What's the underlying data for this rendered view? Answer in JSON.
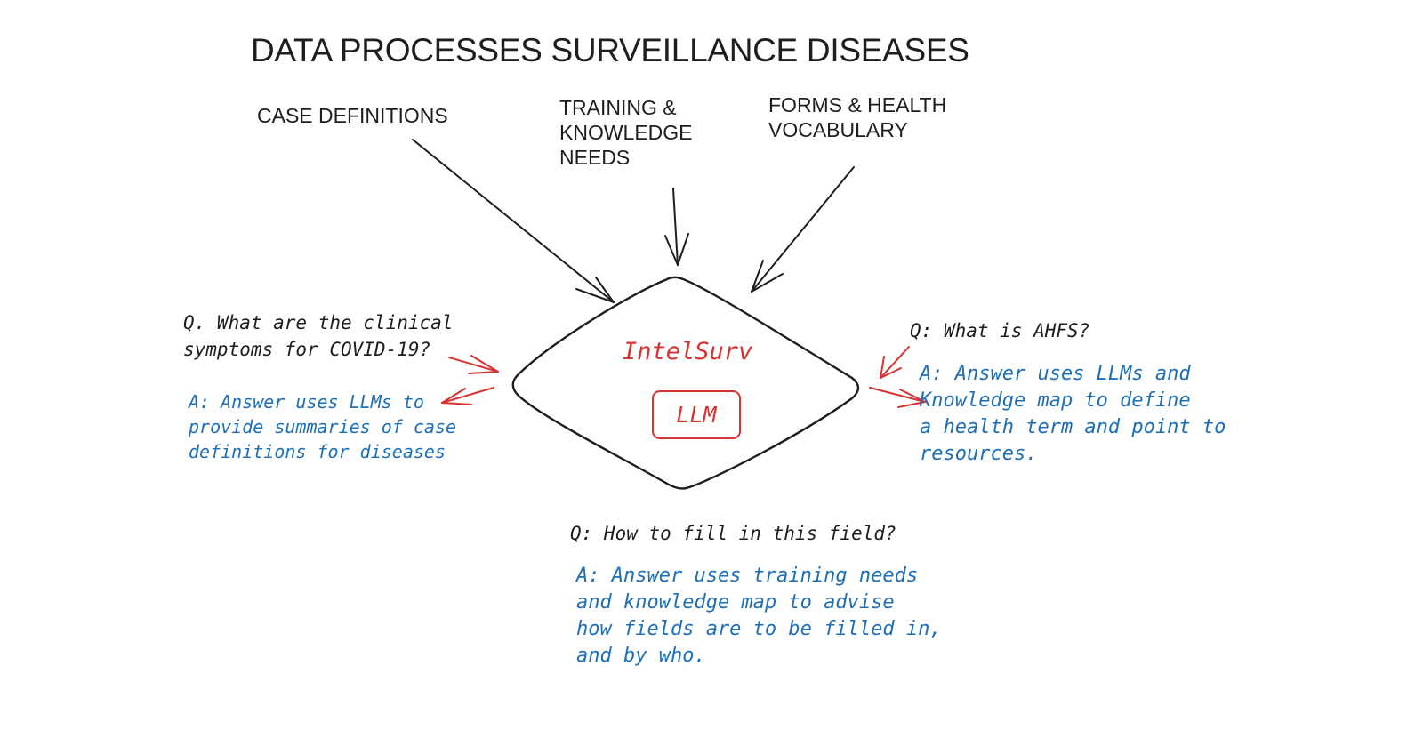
{
  "title": "DATA PROCESSES SURVEILLANCE DISEASES",
  "inputs": {
    "case_definitions": [
      "CASE DEFINITIONS"
    ],
    "training": [
      "TRAINING &",
      "KNOWLEDGE",
      "NEEDS"
    ],
    "forms": [
      "FORMS & HEALTH",
      "VOCABULARY"
    ]
  },
  "center": {
    "title": "IntelSurv",
    "box_label": "LLM"
  },
  "left_qa": {
    "question": [
      "Q. What are the clinical",
      "symptoms for COVID-19?"
    ],
    "answer": [
      "A: Answer uses LLMs to",
      "provide summaries of case",
      "definitions for diseases"
    ]
  },
  "right_qa": {
    "question": [
      "Q: What is AHFS?"
    ],
    "answer": [
      "A: Answer uses LLMs and",
      "Knowledge map to define",
      "a health term and point to",
      "resources."
    ]
  },
  "bottom_qa": {
    "question": [
      "Q: How to fill in this field?"
    ],
    "answer": [
      "A: Answer uses training needs",
      "and knowledge map to advise",
      "how fields are to be filled in,",
      "and by who."
    ]
  },
  "colors": {
    "ink": "#1e1e1e",
    "accent_red": "#d63333",
    "answer_blue": "#1f6fb5"
  }
}
